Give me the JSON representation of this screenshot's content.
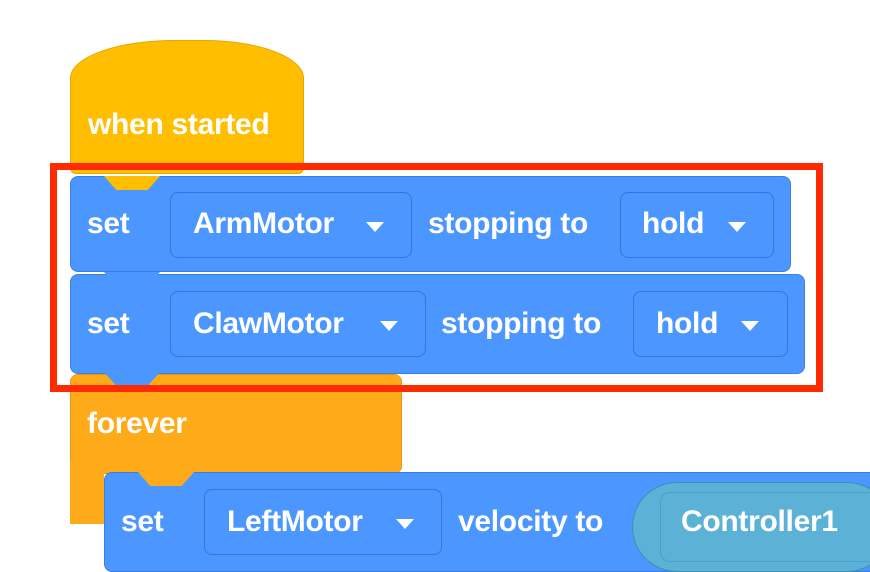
{
  "hat_block": {
    "label": "when started"
  },
  "block_arm": {
    "set_label": "set",
    "motor": "ArmMotor",
    "middle_label": "stopping to",
    "mode": "hold"
  },
  "block_claw": {
    "set_label": "set",
    "motor": "ClawMotor",
    "middle_label": "stopping to",
    "mode": "hold"
  },
  "forever_block": {
    "label": "forever"
  },
  "block_velocity": {
    "set_label": "set",
    "motor": "LeftMotor",
    "middle_label": "velocity to",
    "source": "Controller1"
  },
  "colors": {
    "event": "#ffbf00",
    "control": "#ffab19",
    "motion": "#4c97ff",
    "sensing": "#5cb1d6",
    "highlight": "#ff2a00"
  }
}
